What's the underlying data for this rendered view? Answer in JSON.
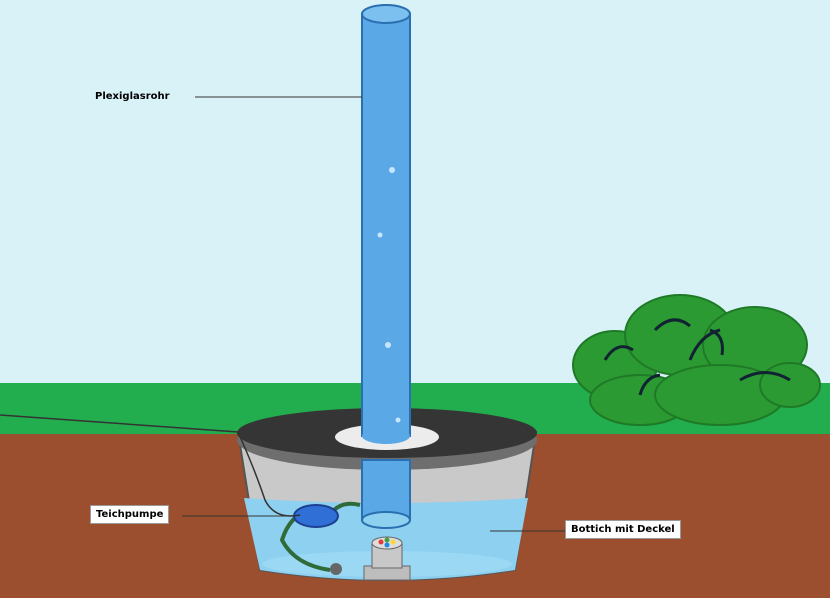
{
  "labels": {
    "tube": "Plexiglasrohr",
    "pump": "Teichpumpe",
    "tub": "Bottich mit Deckel"
  },
  "colors": {
    "sky": "#d8f2f8",
    "grass": "#22ad4e",
    "soil": "#9c4f2f",
    "water": "#8ed0ef",
    "tube": "#5aa8e6",
    "lid": "#353535",
    "bush": "#2c9a32",
    "pump": "#2f6fd6"
  }
}
